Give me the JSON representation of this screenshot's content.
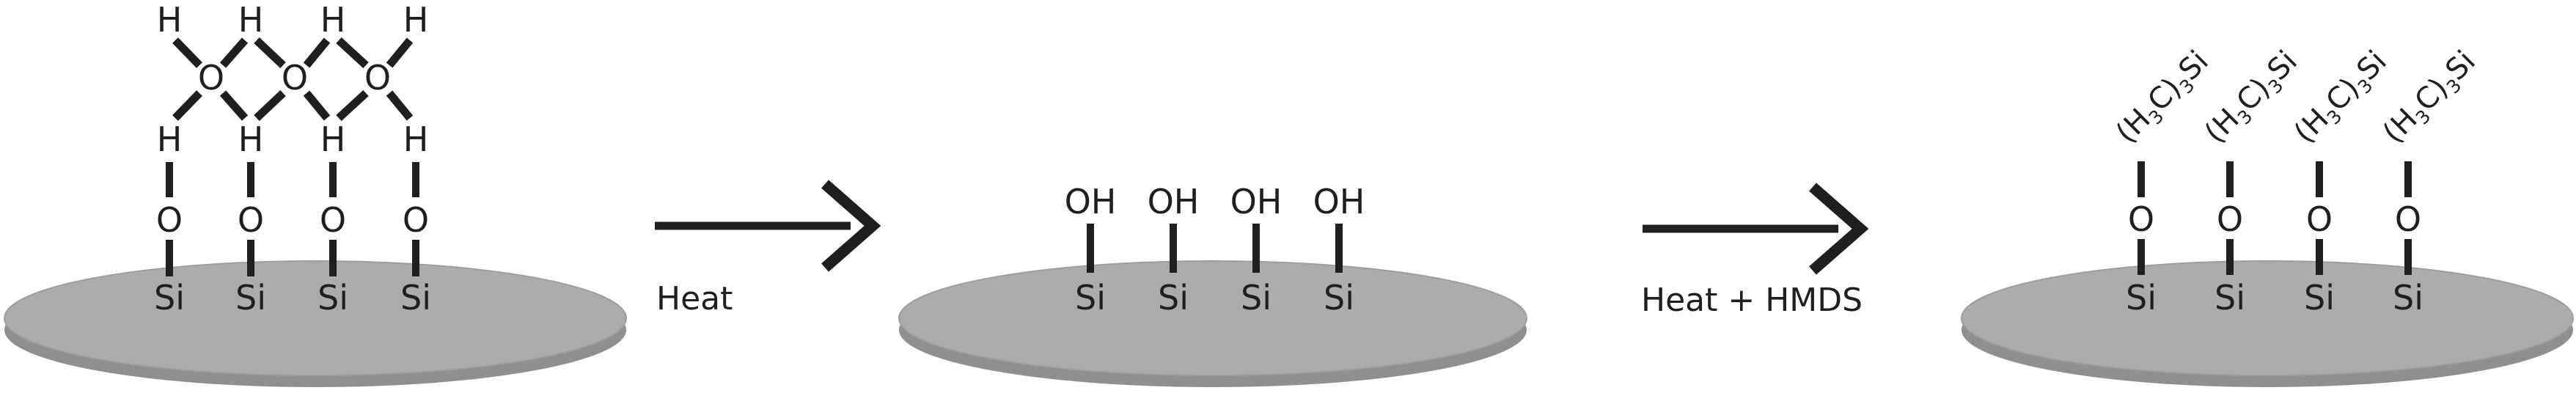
{
  "figure": {
    "description": "Silicon wafer surface treatment: hydrated surface, heated to hydroxylated surface, then HMDS silylation"
  },
  "colors": {
    "ink": "#1f1f1f",
    "wafer_top": "#ACACAC",
    "wafer_side": "#8F8F8F",
    "wafer_outline": "#9E9E9E",
    "background": "#FFFFFF"
  },
  "panel_hydrated": {
    "top_hydrogens": [
      "H",
      "H",
      "H",
      "H"
    ],
    "water_oxygens": [
      "O",
      "O",
      "O"
    ],
    "bound_hydrogens": [
      "H",
      "H",
      "H",
      "H"
    ],
    "surface_oxygens": [
      "O",
      "O",
      "O",
      "O"
    ],
    "silicon_atoms": [
      "Si",
      "Si",
      "Si",
      "Si"
    ]
  },
  "arrow_heat": {
    "label": "Heat"
  },
  "panel_hydroxylated": {
    "hydroxyl_groups": [
      "OH",
      "OH",
      "OH",
      "OH"
    ],
    "silicon_atoms": [
      "Si",
      "Si",
      "Si",
      "Si"
    ]
  },
  "arrow_hmds": {
    "label": "Heat + HMDS"
  },
  "panel_silylated": {
    "tms_segments": [
      {
        "text": "(H"
      },
      {
        "text": "3",
        "subscript": true
      },
      {
        "text": "C)"
      },
      {
        "text": "3",
        "subscript": true
      },
      {
        "text": "Si"
      }
    ],
    "tms_group_count": 4,
    "surface_oxygens": [
      "O",
      "O",
      "O",
      "O"
    ],
    "silicon_atoms": [
      "Si",
      "Si",
      "Si",
      "Si"
    ]
  }
}
